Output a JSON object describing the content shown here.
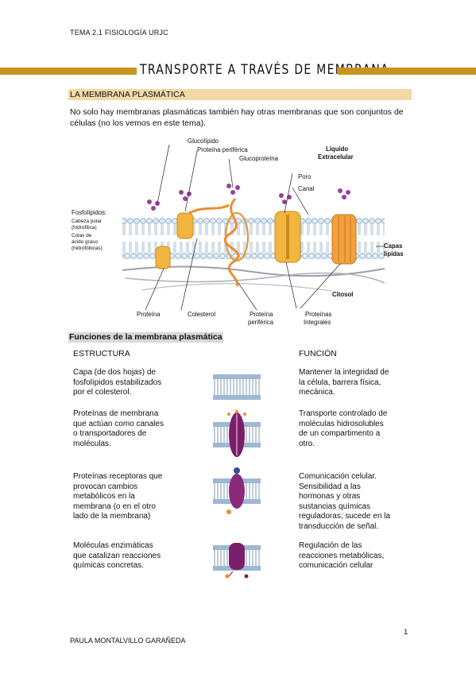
{
  "header": {
    "text": "TEMA 2.1 FISIOLOGÍA URJC"
  },
  "title": "TRANSPORTE A TRAVÉS DE MEMBRANA",
  "section": {
    "heading": "LA MEMBRANA PLASMÁTICA",
    "intro": "No solo hay membranas plasmáticas también hay otras membranas que son conjuntos de células (no los vemos en este tema)."
  },
  "figure": {
    "labels": {
      "glucolipido": "Glucolípido",
      "proteina_periferica_top": "Proteína periférica",
      "glucoproteina": "Glucoproteína",
      "liquido": "Líquido",
      "extracelular": "Extracelular",
      "poro": "Poro",
      "canal": "Canal",
      "fosfolipidos": "Fosfolípidos:",
      "cabeza1": "Cabeza polar",
      "cabeza2": "(hidrofílica)",
      "colas1": "Colas de",
      "colas2": "ácido graso",
      "colas3": "(hidrofóbicas)",
      "capas1": "Capas",
      "capas2": "lipídas",
      "citosol": "Citosol",
      "proteina": "Proteína",
      "colesterol": "Colesterol",
      "prot_perif1": "Proteína",
      "prot_perif2": "periférica",
      "prot_int1": "Proteínas",
      "prot_int2": "Integrales"
    }
  },
  "functions": {
    "heading": "Funciones de la membrana plasmática",
    "col_structure": "ESTRUCTURA",
    "col_function": "FUNCIÓN",
    "rows": [
      {
        "structure": [
          "Capa (de dos hojas) de",
          "fosfolípidos estabilizados",
          "por el colesterol."
        ],
        "function": [
          "Mantener la integridad de",
          "la célula, barrera física,",
          "mecánica."
        ]
      },
      {
        "structure": [
          "Proteínas de membrana",
          "que actúan como canales",
          "o transportadores de",
          "moléculas."
        ],
        "function": [
          "Transporte controlado de",
          "moléculas hidrosolubles",
          "de un compartimento a",
          "otro."
        ]
      },
      {
        "structure": [
          "Proteínas receptoras que",
          "provocan cambios",
          "metabólicos en la",
          "membrana (o en el otro",
          "lado de la membrana)"
        ],
        "function": [
          "Comunicación celular.",
          "Sensibilidad a las",
          "hormonas y otras",
          "sustancias químicas",
          "reguladoras; sucede en la",
          "transducción de señal."
        ]
      },
      {
        "structure": [
          "Moléculas enzimáticas",
          "que catalizan reacciones",
          "químicas concretas."
        ],
        "function": [
          "Regulación de las",
          "reacciones metabólicas,",
          "comunicación celular"
        ]
      }
    ]
  },
  "footer": {
    "author": "PAULA MONTALVILLO GARAÑEDA",
    "page": "1"
  }
}
